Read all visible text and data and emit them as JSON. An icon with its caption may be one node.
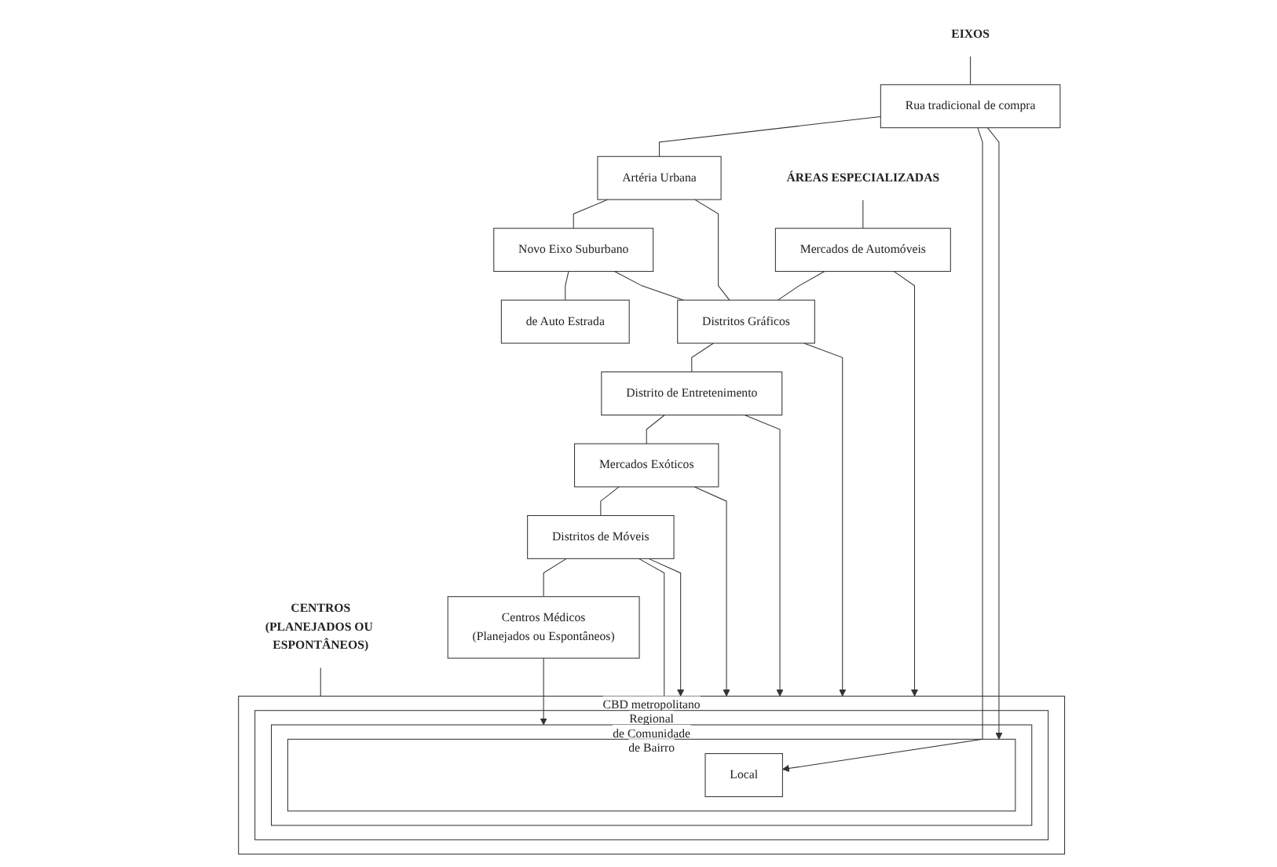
{
  "diagram": {
    "nodes": [
      {
        "text": [
          "CENTROS",
          "(PLANEJADOS OU ESPONTÂNEOS)"
        ]
      },
      {
        "text": [
          "CBD metropolitano"
        ]
      },
      {
        "text": [
          "Regional"
        ],
        "in": 1
      },
      {
        "text": [
          "de Comunidade"
        ],
        "in": 2
      },
      {
        "text": [
          "de Bairro"
        ],
        "in": 3
      },
      {
        "text": [
          "Local"
        ],
        "in": 4
      },
      {
        "text": [
          "EIXOS"
        ]
      },
      {
        "text": [
          "Rua tradicional de compra"
        ]
      },
      {
        "text": [
          "Artéria Urbana"
        ]
      },
      {
        "text": [
          "Novo Eixo Suburbano"
        ]
      },
      {
        "text": [
          "de Auto Estrada"
        ]
      },
      {
        "text": [
          "ÁREAS ESPECIALIZADAS"
        ]
      },
      {
        "text": [
          "Mercados de Automóveis"
        ]
      },
      {
        "text": [
          "Distritos Gráficos"
        ]
      },
      {
        "text": [
          "Distrito de Entretenimento"
        ]
      },
      {
        "text": [
          "Mercados Exóticos"
        ]
      },
      {
        "text": [
          "Distritos de Móveis"
        ]
      },
      {
        "text": [
          "Centros Médicos",
          "(Planejados ou Espontâneos)"
        ]
      }
    ],
    "edges": [
      {
        "from": 0,
        "to": 1,
        "arrow": "none"
      },
      {
        "from": 6,
        "to": 7,
        "arrow": "none"
      },
      {
        "from": 7,
        "to": 8,
        "arrow": "none"
      },
      {
        "from": 8,
        "to": 9,
        "arrow": "none"
      },
      {
        "from": 9,
        "to": 10,
        "arrow": "none"
      },
      {
        "from": 11,
        "to": 12,
        "arrow": "none"
      },
      {
        "from": 12,
        "to": 13,
        "arrow": "none"
      },
      {
        "from": 13,
        "to": 14,
        "arrow": "none"
      },
      {
        "from": 14,
        "to": 15,
        "arrow": "none"
      },
      {
        "from": 15,
        "to": 16,
        "arrow": "none"
      },
      {
        "from": 16,
        "to": 17,
        "arrow": "none"
      },
      {
        "from": 7,
        "to": 5,
        "arrow": "to"
      },
      {
        "from": 7,
        "to": 4,
        "arrow": "to"
      },
      {
        "from": 8,
        "to": 13,
        "arrow": "none"
      },
      {
        "from": 9,
        "to": 13,
        "arrow": "none"
      },
      {
        "from": 12,
        "to": 1,
        "arrow": "to"
      },
      {
        "from": 13,
        "to": 1,
        "arrow": "to"
      },
      {
        "from": 14,
        "to": 1,
        "arrow": "to"
      },
      {
        "from": 15,
        "to": 1,
        "arrow": "to"
      },
      {
        "from": 16,
        "to": 2,
        "arrow": "to"
      },
      {
        "from": 16,
        "to": 1,
        "arrow": "to"
      },
      {
        "from": 17,
        "to": 3,
        "arrow": "to"
      }
    ]
  }
}
